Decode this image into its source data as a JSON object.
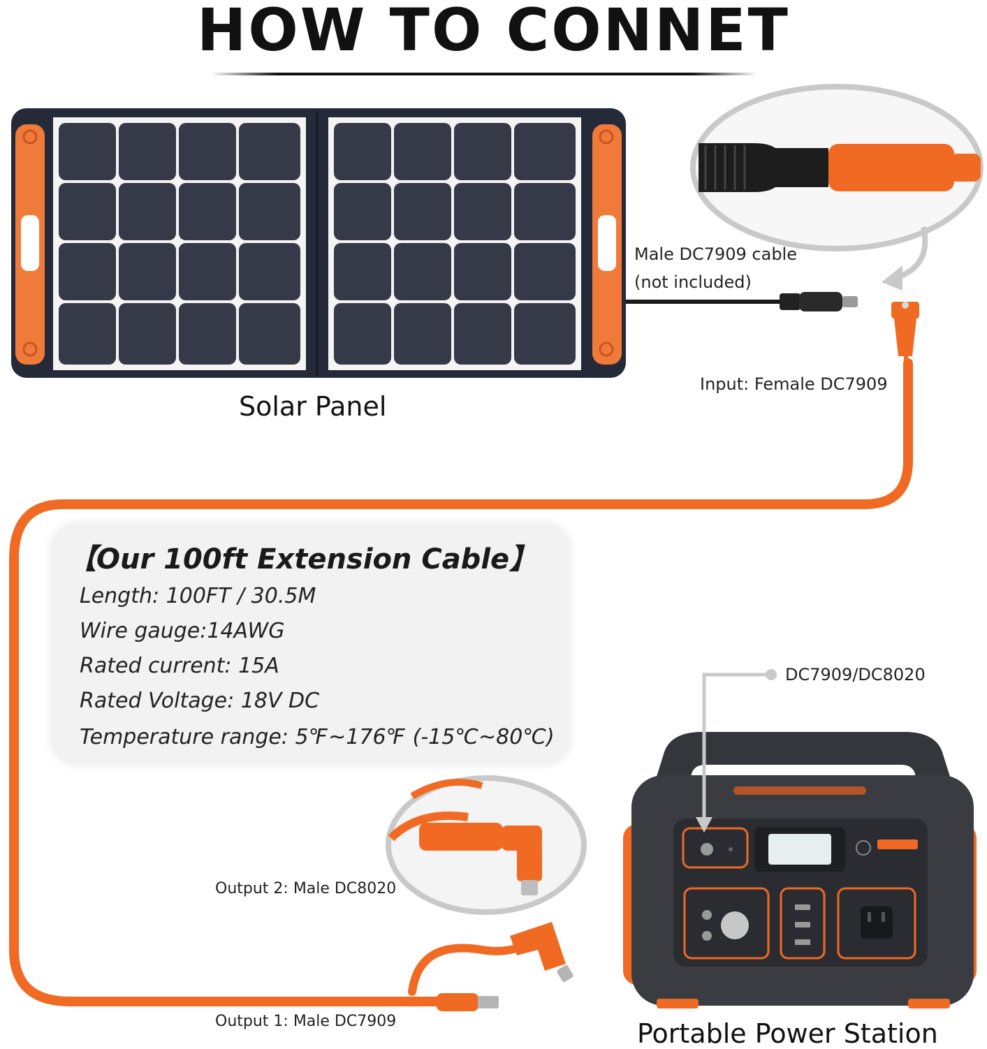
{
  "title": "HOW TO CONNET",
  "labels": {
    "male_cable_line1": "Male DC7909 cable",
    "male_cable_line2": "(not included)",
    "input_female": "Input: Female DC7909",
    "solar_panel": "Solar Panel",
    "dc_port": "DC7909/DC8020",
    "output2": "Output 2: Male DC8020",
    "output1": "Output 1: Male DC7909",
    "power_station": "Portable Power Station"
  },
  "specs": {
    "title": "【Our 100ft Extension Cable】",
    "items": [
      "Length: 100FT / 30.5M",
      "Wire gauge:14AWG",
      "Rated current: 15A",
      "Rated Voltage: 18V DC",
      "Temperature range: 5℉~176℉  (-15℃~80℃)"
    ]
  },
  "colors": {
    "cable_orange": "#f06a23",
    "panel_dark": "#252a38",
    "cell": "#3a3d4a",
    "station_body": "#3a3c42"
  }
}
